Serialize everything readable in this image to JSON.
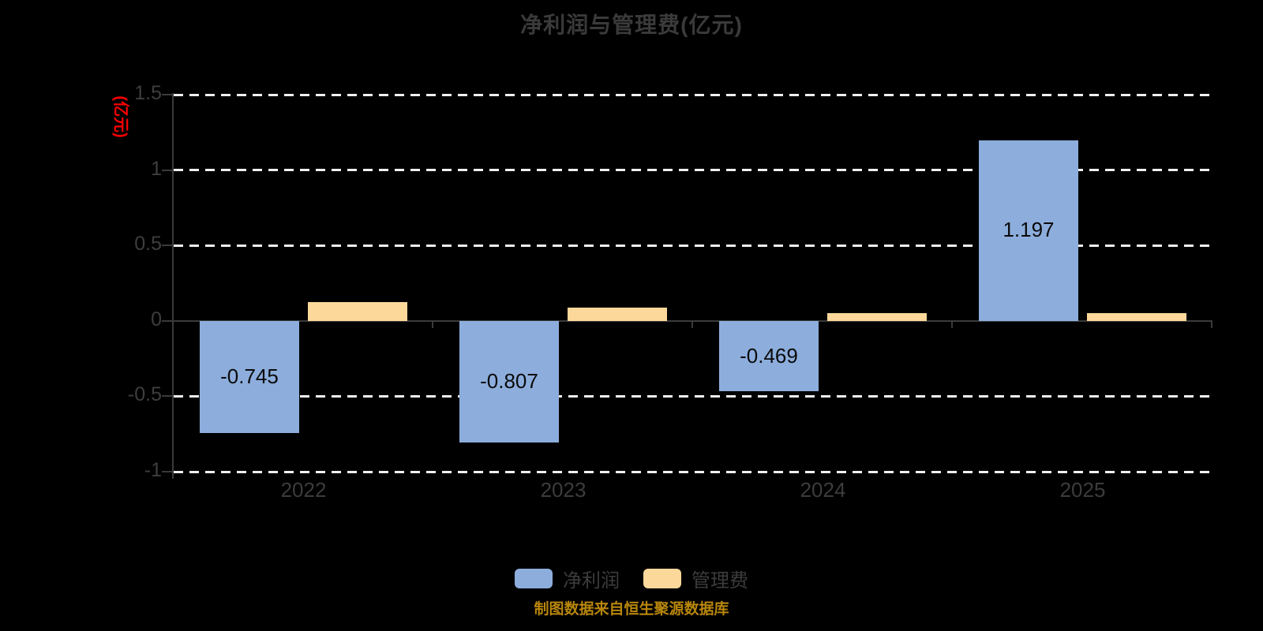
{
  "page": {
    "background": "#000000"
  },
  "chart_data": {
    "type": "bar",
    "title": "净利润与管理费(亿元)",
    "y_axis_unit": "(亿元)",
    "categories": [
      "2022",
      "2023",
      "2024",
      "2025"
    ],
    "series": [
      {
        "name": "净利润",
        "color": "#8DAEDD",
        "values": [
          -0.745,
          -0.807,
          -0.469,
          1.197
        ],
        "data_labels": [
          "-0.745",
          "-0.807",
          "-0.469",
          "1.197"
        ]
      },
      {
        "name": "管理费",
        "color": "#FDD89B",
        "values": [
          0.125,
          0.09,
          0.05,
          0.05
        ],
        "data_labels": null
      }
    ],
    "ylim": [
      -1,
      1.5
    ],
    "yticks": [
      {
        "value": 1.5,
        "label": "1.5"
      },
      {
        "value": 1,
        "label": "1"
      },
      {
        "value": 0.5,
        "label": "0.5"
      },
      {
        "value": 0,
        "label": "0"
      },
      {
        "value": -0.5,
        "label": "-0.5"
      },
      {
        "value": -1,
        "label": "-1"
      }
    ],
    "grid": "horizontal-dashed",
    "legend_position": "bottom",
    "colors": {
      "background": "#000000",
      "axis": "#3A3A3A",
      "grid": "#F0F0F0",
      "tick_label": "#3E3E3E",
      "unit_label": "#FF0000",
      "value_label": "#0A0A0A",
      "legend_text": "#3C3C3C",
      "footer_text": "#B8860B"
    }
  },
  "footer": {
    "source_note": "制图数据来自恒生聚源数据库"
  }
}
